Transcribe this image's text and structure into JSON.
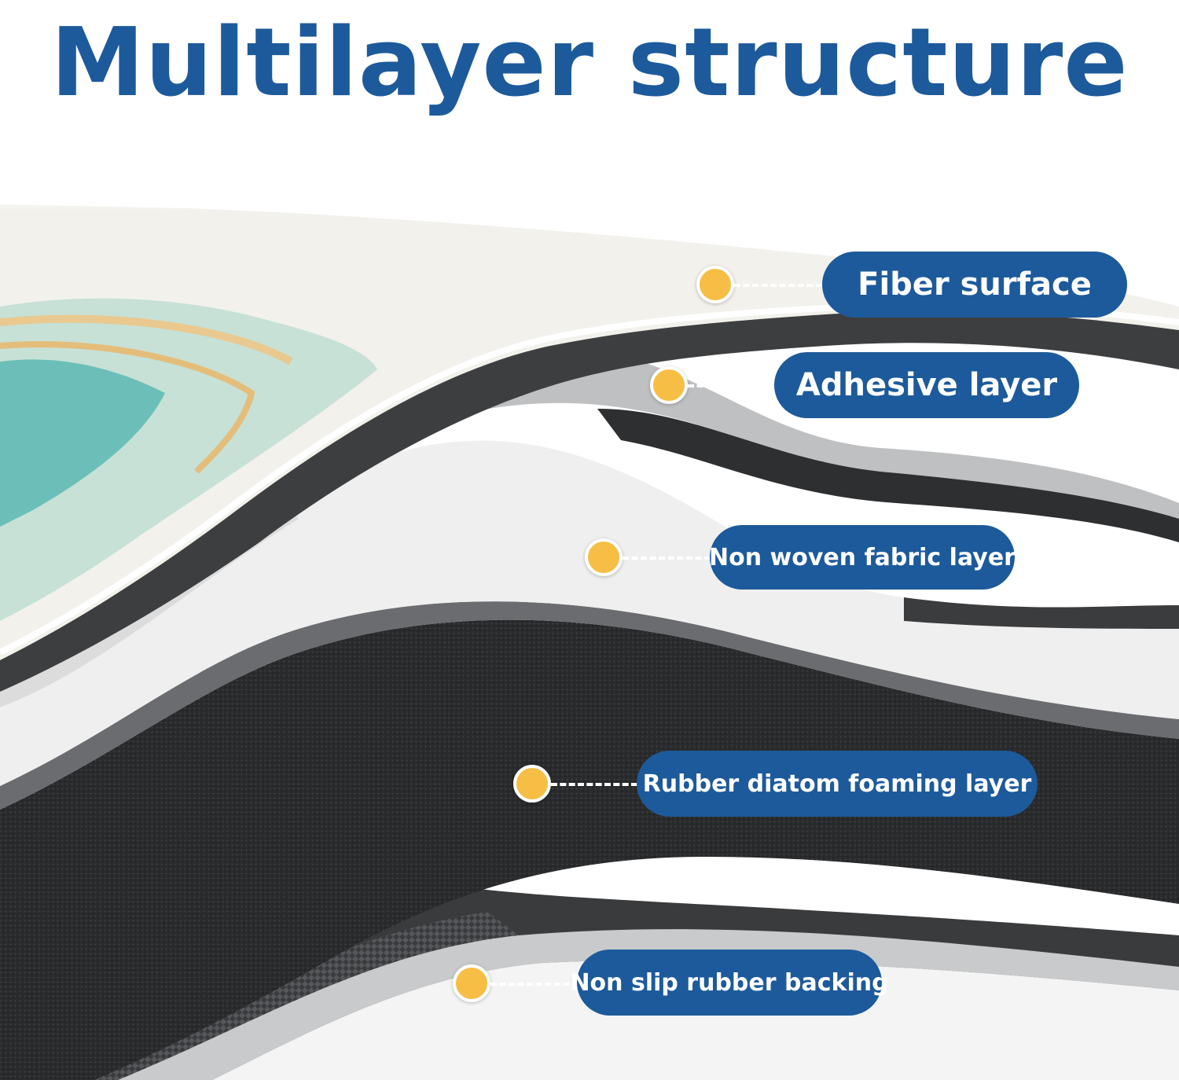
{
  "title": "Multilayer structure",
  "layers": [
    {
      "label": "Fiber surface"
    },
    {
      "label": "Adhesive layer"
    },
    {
      "label": "Non woven fabric layer"
    },
    {
      "label": "Rubber diatom foaming layer"
    },
    {
      "label": "Non slip rubber backing"
    }
  ],
  "colors": {
    "accent": "#1d5a9b",
    "marker": "#f7be45",
    "background": "#ffffff"
  }
}
